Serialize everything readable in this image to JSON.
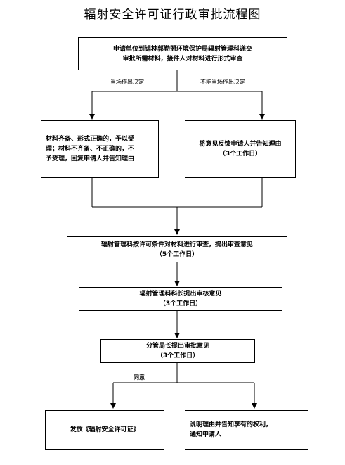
{
  "title": "辐射安全许可证行政审批流程图",
  "boxes": {
    "apply": {
      "line1": "申请单位到锡林郭勒盟环境保护局辐射管理科递交",
      "line2": "审批所需材料，接件人对材料进行形式审查"
    },
    "accept": {
      "line1": "材料齐备、形式正确的，予以受",
      "line2": "理；材料不齐备、不正确的，不",
      "line3": "予受理，回复申请人并告知理由"
    },
    "feedback": {
      "line1": "将意见反馈申请人并告知理由",
      "line2": "（3个工作日）"
    },
    "review": {
      "line1": "辐射管理科按许可条件对材料进行审查，提出审查意见",
      "line2": "（5个工作日）"
    },
    "chief": {
      "line1": "辐射管理科科长提出审核意见",
      "line2": "（3个工作日）"
    },
    "director": {
      "line1": "分管局长提出审批意见",
      "line2": "（3个工作日）"
    },
    "issue": {
      "line1": "发放《辐射安全许可证》"
    },
    "reject": {
      "line1": "说明理由并告知享有的权利，",
      "line2": "通知申请人"
    }
  },
  "labels": {
    "on_spot": "当场作出决定",
    "not_on_spot": "不能当场作出决定",
    "agree": "同意"
  }
}
